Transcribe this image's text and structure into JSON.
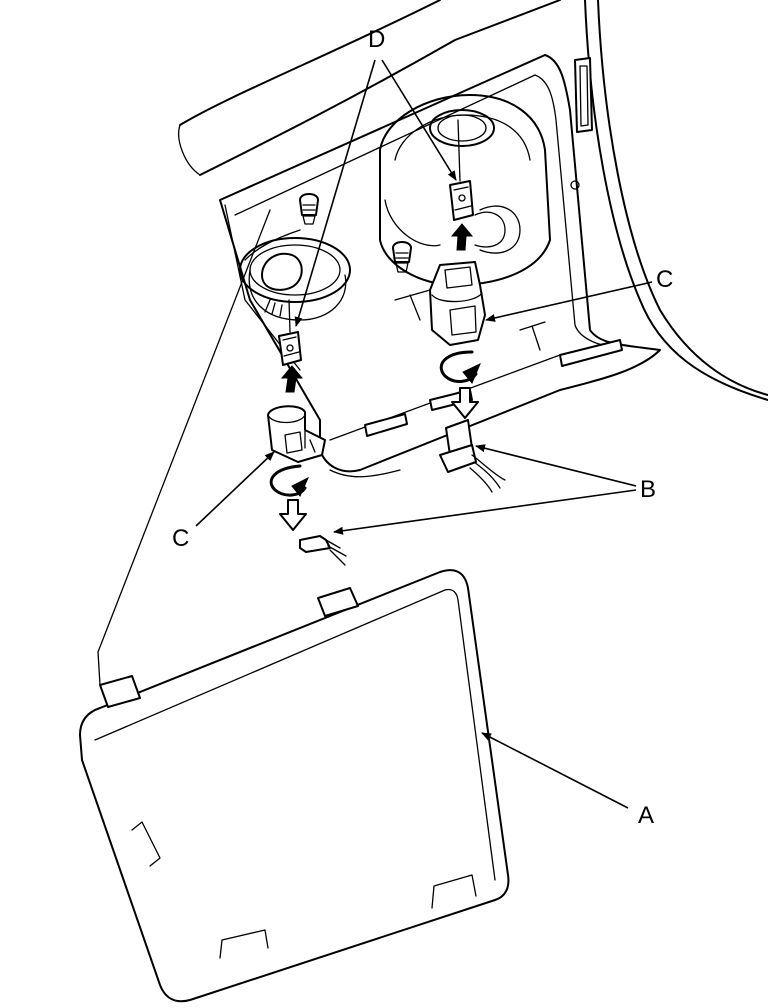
{
  "callouts": {
    "a": "A",
    "b": "B",
    "c_right": "C",
    "c_left": "C",
    "d": "D"
  }
}
